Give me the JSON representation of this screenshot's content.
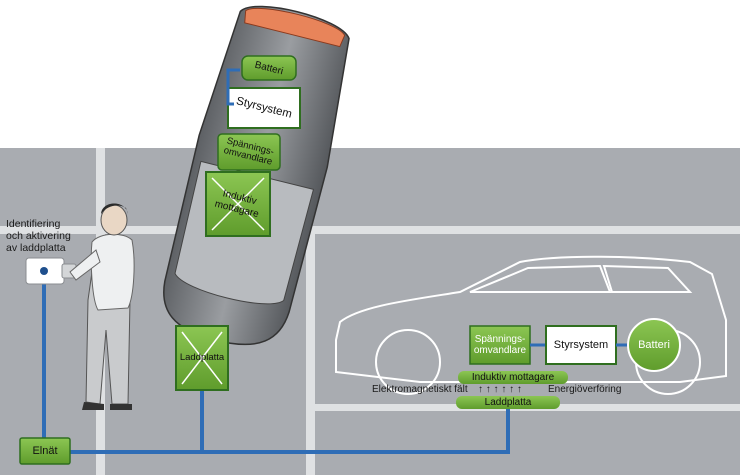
{
  "labels": {
    "identification": [
      "Identifiering",
      "och aktivering",
      "av laddplatta"
    ],
    "grid": "Elnät",
    "charging_pad": "Laddplatta",
    "car_top": {
      "battery": "Batteri",
      "control_system": "Styrsystem",
      "voltage_converter": [
        "Spännings-",
        "omvandlare"
      ],
      "inductive_receiver": [
        "Induktiv",
        "mottagare"
      ]
    },
    "car_side": {
      "voltage_converter": [
        "Spännings-",
        "omvandlare"
      ],
      "control_system": "Styrsystem",
      "battery": "Batteri",
      "inductive_receiver": "Induktiv mottagare",
      "em_field": "Elektromagnetiskt fält",
      "energy_transfer": "Energiöverföring",
      "charging_pad": "Laddplatta",
      "arrows": "↑ ↑ ↑ ↑ ↑ ↑"
    }
  },
  "colors": {
    "ground": "#a9acb1",
    "road_line": "#dfe1e3",
    "cable": "#2f6db6",
    "green_fill": "#77b83f",
    "green_dark": "#2f6e1f",
    "box_white": "#ffffff",
    "car_body": "#6d7075"
  },
  "icons": [
    "person-figure",
    "wall-reader-icon",
    "car-top-view",
    "car-side-outline",
    "energy-arrow-icons"
  ]
}
